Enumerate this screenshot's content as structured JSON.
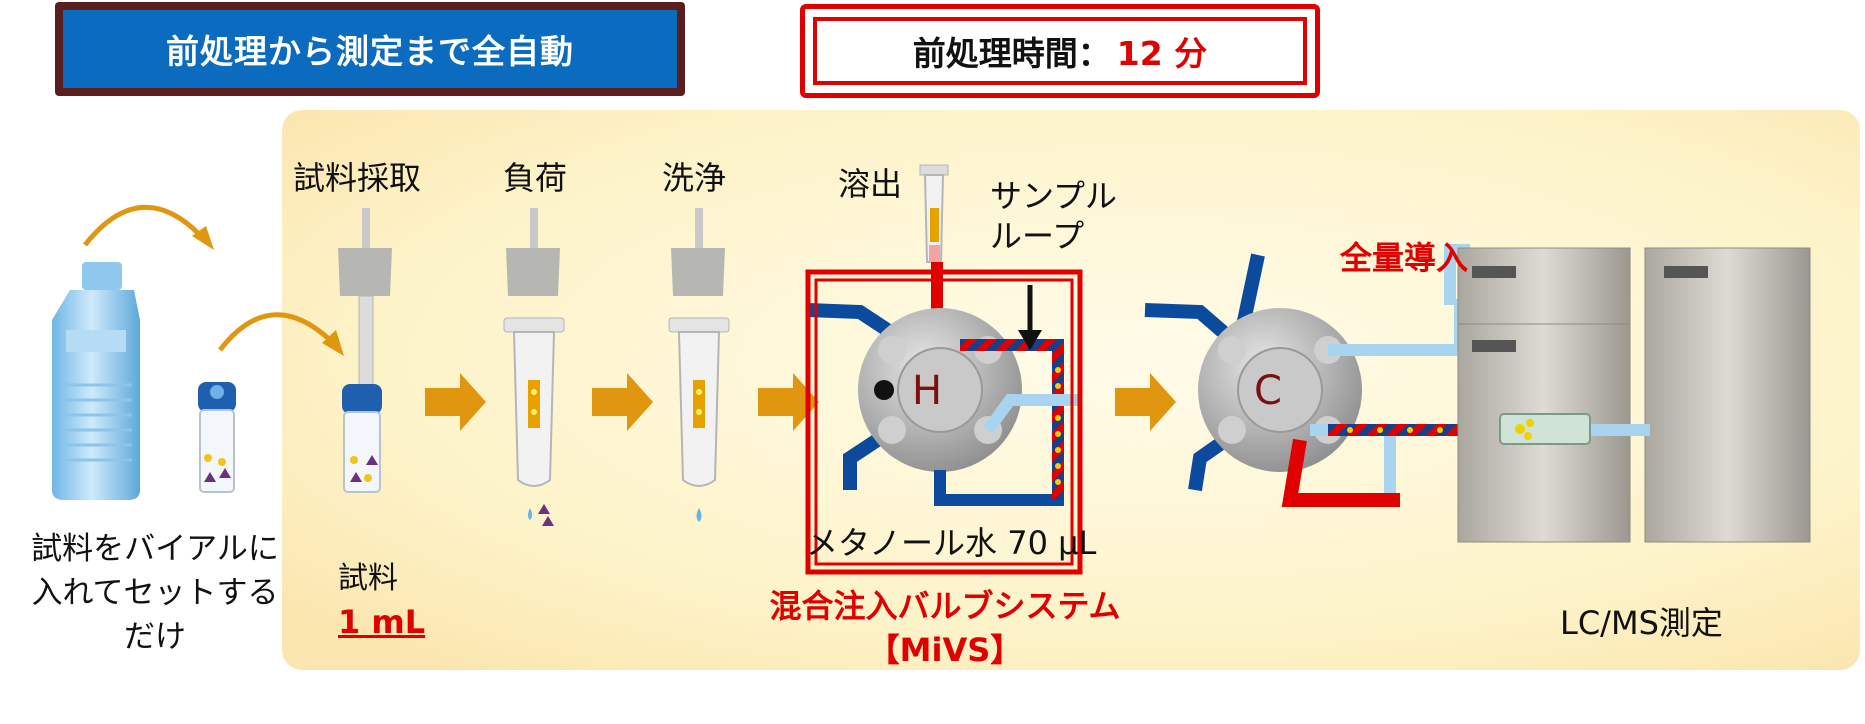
{
  "header": {
    "title": "前処理から測定まで全自動",
    "time_label": "前処理時間：",
    "time_value": "12 分"
  },
  "steps": {
    "sampling": "試料採取",
    "loading": "負荷",
    "washing": "洗浄",
    "elution": "溶出"
  },
  "labels": {
    "sample_loop_line1": "サンプル",
    "sample_loop_line2": "ループ",
    "total_injection": "全量導入",
    "setup_line1": "試料をバイアルに",
    "setup_line2": "入れてセットする",
    "setup_line3": "だけ",
    "sample": "試料",
    "sample_volume": "1 mL",
    "methanol": "メタノール水 70 μL",
    "mivs_line1": "混合注入バルブシステム",
    "mivs_line2": "【MiVS】",
    "lcms": "LC/MS測定",
    "valve_h": "H",
    "valve_c": "C"
  },
  "colors": {
    "title_bg": "#0a6bbf",
    "title_border": "#5a1e1e",
    "accent_red": "#e00000",
    "arrow_orange": "#e0960e",
    "pipe_blue": "#0b4a9c",
    "pipe_light": "#a8d4f0",
    "panel_bg": "#fdf3c9"
  },
  "icons": [
    "bottle-icon",
    "vial-icon",
    "syringe-icon",
    "cartridge-icon",
    "valve-icon",
    "lcms-instrument-icon",
    "arrow-right-icon",
    "curved-arrow-icon"
  ]
}
